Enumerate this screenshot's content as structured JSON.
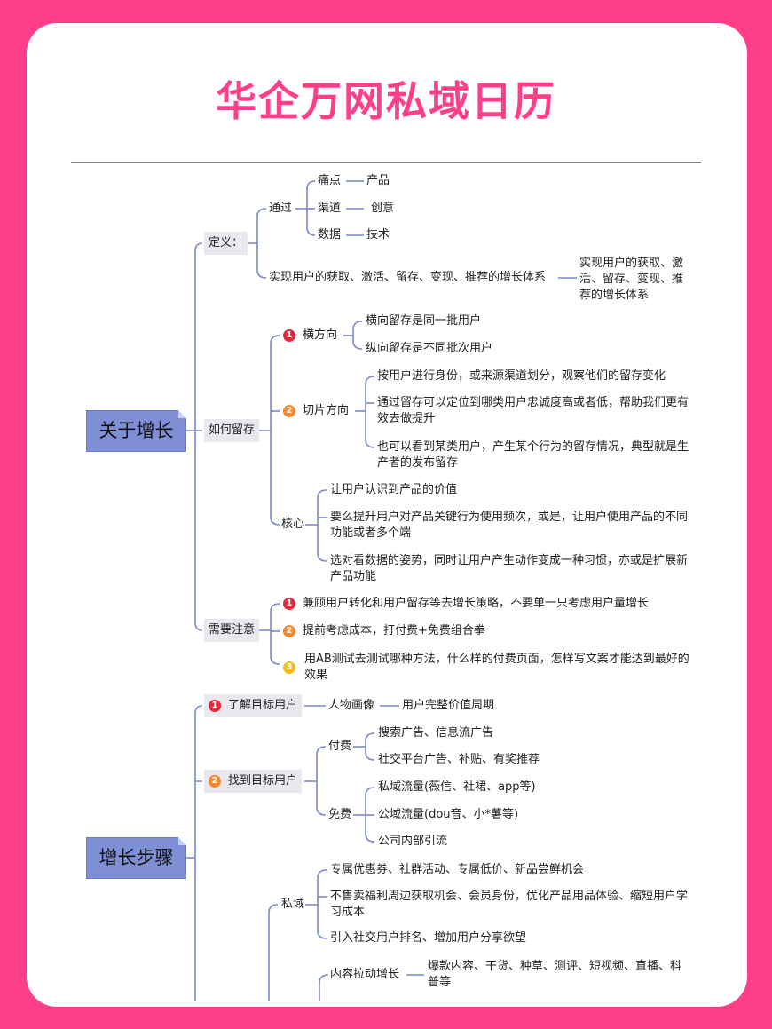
{
  "title": "华企万网私域日历",
  "colors": {
    "frame": "#ff3f8a",
    "connector": "#7b88c8",
    "root": "#7f8fd6",
    "badge1": "#e8283a",
    "badge2": "#f5892b",
    "badge3": "#f2c218"
  },
  "s1": {
    "root": "关于增长",
    "def": {
      "label": "定义：",
      "via": "通过",
      "via_items": [
        {
          "a": "痛点",
          "b": "产品"
        },
        {
          "a": "渠道",
          "b": "创意"
        },
        {
          "a": "数据",
          "b": "技术"
        }
      ],
      "system": "实现用户的获取、激活、留存、变现、推荐的增长体系",
      "system_note": "实现用户的获取、激活、留存、变现、推荐的增长体系"
    },
    "retain": {
      "label": "如何留存",
      "horizontal": {
        "badge": "1",
        "label": "横方向",
        "items": [
          "横向留存是同一批用户",
          "纵向留存是不同批次用户"
        ]
      },
      "slice": {
        "badge": "2",
        "label": "切片方向",
        "items": [
          "按用户进行身份，或来源渠道划分，观察他们的留存变化",
          "通过留存可以定位到哪类用户忠诚度高或者低，帮助我们更有效去做提升",
          "也可以看到某类用户，产生某个行为的留存情况，典型就是生产者的发布留存"
        ]
      },
      "core": {
        "label": "核心",
        "items": [
          "让用户认识到产品的价值",
          "要么提升用户对产品关键行为使用频次，或是，让用户使用产品的不同功能或者多个端",
          "选对看数据的姿势，同时让用户产生动作变成一种习惯，亦或是扩展新产品功能"
        ]
      }
    },
    "notes": {
      "label": "需要注意",
      "items": [
        {
          "badge": "1",
          "text": "兼顾用户转化和用户留存等去增长策略，不要单一只考虑用户量增长"
        },
        {
          "badge": "2",
          "text": "提前考虑成本，打付费+免费组合拳"
        },
        {
          "badge": "3",
          "text": "用AB测试去测试哪种方法，什么样的付费页面，怎样写文案才能达到最好的效果"
        }
      ]
    }
  },
  "s2": {
    "root": "增长步骤",
    "know": {
      "badge": "1",
      "label": "了解目标用户",
      "persona": "人物画像",
      "lifecycle": "用户完整价值周期"
    },
    "find": {
      "badge": "2",
      "label": "找到目标用户",
      "paid": {
        "label": "付费",
        "items": [
          "搜索广告、信息流广告",
          "社交平台广告、补贴、有奖推荐"
        ]
      },
      "free": {
        "label": "免费",
        "items": [
          "私域流量(薇信、社裙、app等)",
          "公域流量(dou音、小*薯等)",
          "公司内部引流"
        ]
      }
    },
    "private": {
      "label": "私域",
      "items": [
        "专属优惠券、社群活动、专属低价、新品尝鲜机会",
        "不售卖福利周边获取机会、会员身份，优化产品用品体验、缩短用户学习成本",
        "引入社交用户排名、增加用户分享欲望"
      ]
    },
    "content": {
      "label": "内容拉动增长",
      "text": "爆款内容、干货、种草、测评、短视频、直播、科普等"
    }
  }
}
